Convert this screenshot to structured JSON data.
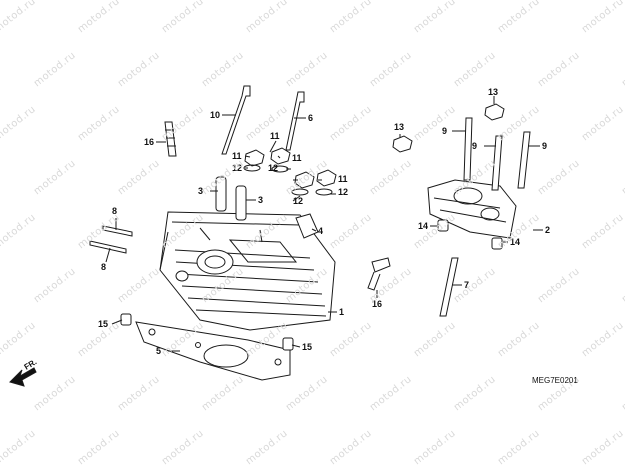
{
  "watermark": "motod.ru",
  "diagram_code": "MEG7E0201",
  "front_marker": "FR.",
  "callouts": [
    "10",
    "6",
    "16",
    "11",
    "11",
    "12",
    "12",
    "11",
    "12",
    "11",
    "12",
    "3",
    "3",
    "4",
    "8",
    "8",
    "1",
    "15",
    "5",
    "15",
    "13",
    "13",
    "9",
    "9",
    "9",
    "2",
    "14",
    "14",
    "7",
    "16"
  ]
}
